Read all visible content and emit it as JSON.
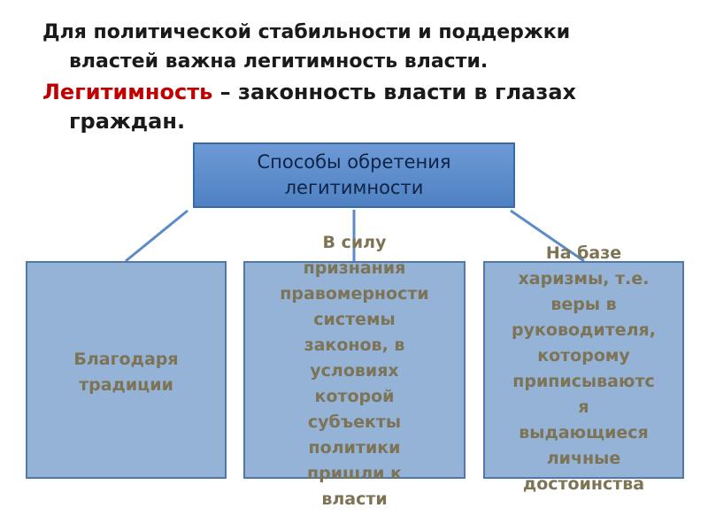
{
  "intro": {
    "line1": "Для политической стабильности и поддержки",
    "line2": "властей важна легитимность власти."
  },
  "definition": {
    "term": "Легитимность",
    "rest_line1": " – законность власти в глазах",
    "line2": "граждан."
  },
  "diagram": {
    "root": "Способы обретения\nлегитимности",
    "children": [
      {
        "label": "Благодаря\nтрадиции"
      },
      {
        "label": "В силу\nпризнания\nправомерности\nсистемы\nзаконов, в\nусловиях\nкоторой\nсубъекты\nполитики\nпришли к\nвласти"
      },
      {
        "label": "На базе\nхаризмы, т.е.\nверы в\nруководителя,\nкоторому\nприписываютс\nя\nвыдающиеся\nличные\nдостоинства"
      }
    ]
  },
  "colors": {
    "definition_term": "#c00000",
    "root_box_fill": "#5b8bcb",
    "child_box_fill": "#95b3d7",
    "child_text": "#7d7355",
    "connector": "#5b8bc9"
  }
}
